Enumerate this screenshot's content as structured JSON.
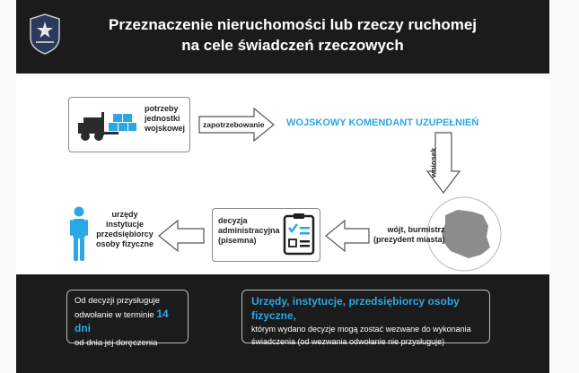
{
  "header": {
    "title_line1": "Przeznaczenie nieruchomości lub rzeczy ruchomej",
    "title_line2": "na cele świadczeń rzeczowych"
  },
  "flow": {
    "needs": [
      "potrzeby",
      "jednostki",
      "wojskowej"
    ],
    "request_arrow": "zapotrzebowanie",
    "commander": "WOJSKOWY KOMENDANT UZUPEŁNIEŃ",
    "motion_arrow": "wniosek",
    "authority": [
      "wójt, burmistrz",
      "(prezydent miasta)"
    ],
    "decision": [
      "decyzja",
      "administracyjna",
      "(pisemna)"
    ],
    "recipients": [
      "urzędy",
      "instytucje",
      "przedsiębiorcy",
      "osoby fizyczne"
    ]
  },
  "footer": {
    "left_line1": "Od decyzji przysługuje",
    "left_line2a": "odwołanie w terminie ",
    "left_highlight": "14 dni",
    "left_line3": "od dnia jej doręczenia",
    "right_title": "Urzędy, instytucje, przedsiębiorcy osoby fizyczne,",
    "right_line1": "którym wydano decyzje mogą zostać wezwane do wykonania",
    "right_line2": "świadczenia (od wezwania odwołanie nie przysługuje)"
  },
  "colors": {
    "dark": "#1b1b1b",
    "accent": "#2aa8e6",
    "map": "#8c8c8c"
  },
  "icons": [
    "military-emblem-icon",
    "forklift-icon",
    "person-icon",
    "checklist-icon",
    "poland-map-icon"
  ]
}
